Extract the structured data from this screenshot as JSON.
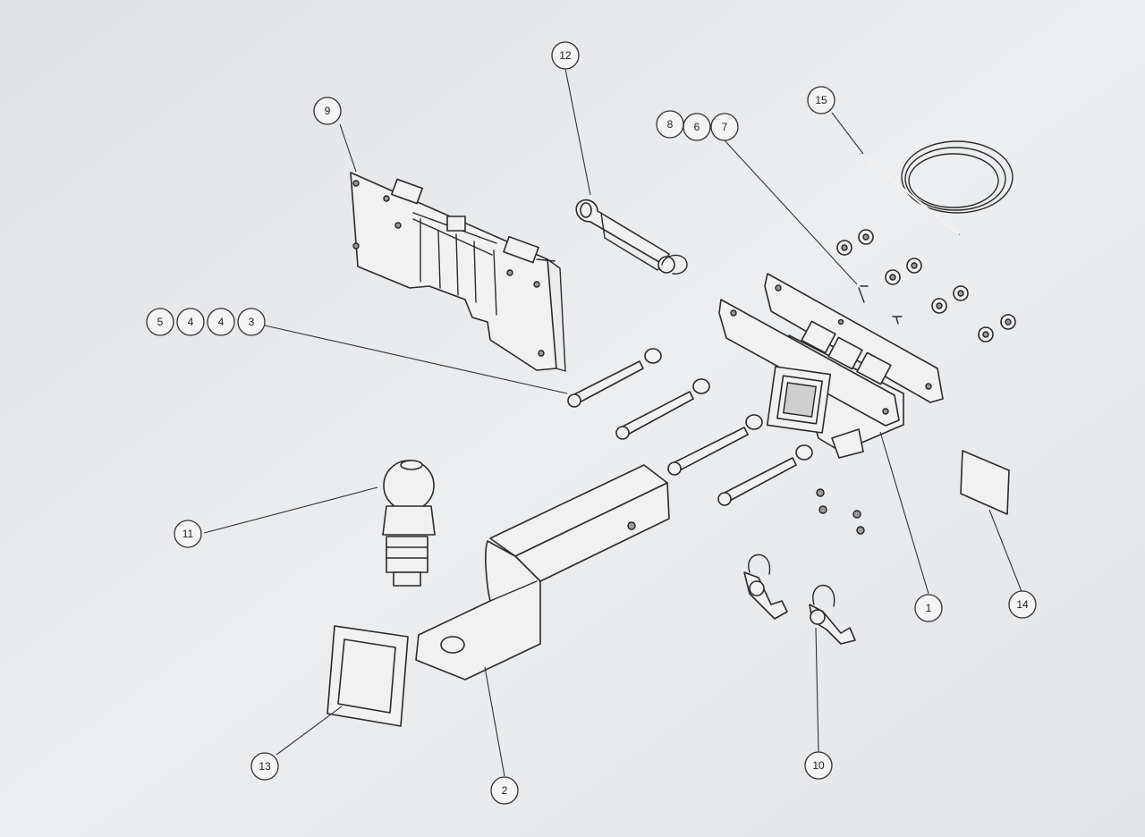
{
  "callouts": [
    {
      "id": "c1",
      "label": "1"
    },
    {
      "id": "c2",
      "label": "2"
    },
    {
      "id": "c3",
      "label": "3"
    },
    {
      "id": "c4a",
      "label": "4"
    },
    {
      "id": "c4b",
      "label": "4"
    },
    {
      "id": "c5",
      "label": "5"
    },
    {
      "id": "c6",
      "label": "6"
    },
    {
      "id": "c7",
      "label": "7"
    },
    {
      "id": "c8",
      "label": "8"
    },
    {
      "id": "c9",
      "label": "9"
    },
    {
      "id": "c10",
      "label": "10"
    },
    {
      "id": "c11",
      "label": "11"
    },
    {
      "id": "c12",
      "label": "12"
    },
    {
      "id": "c13",
      "label": "13"
    },
    {
      "id": "c14",
      "label": "14"
    },
    {
      "id": "c15",
      "label": "15"
    }
  ],
  "colors": {
    "paper": "#e4e6e9",
    "line": "#2b2b2b",
    "part_fill": "#f1f1f1"
  }
}
